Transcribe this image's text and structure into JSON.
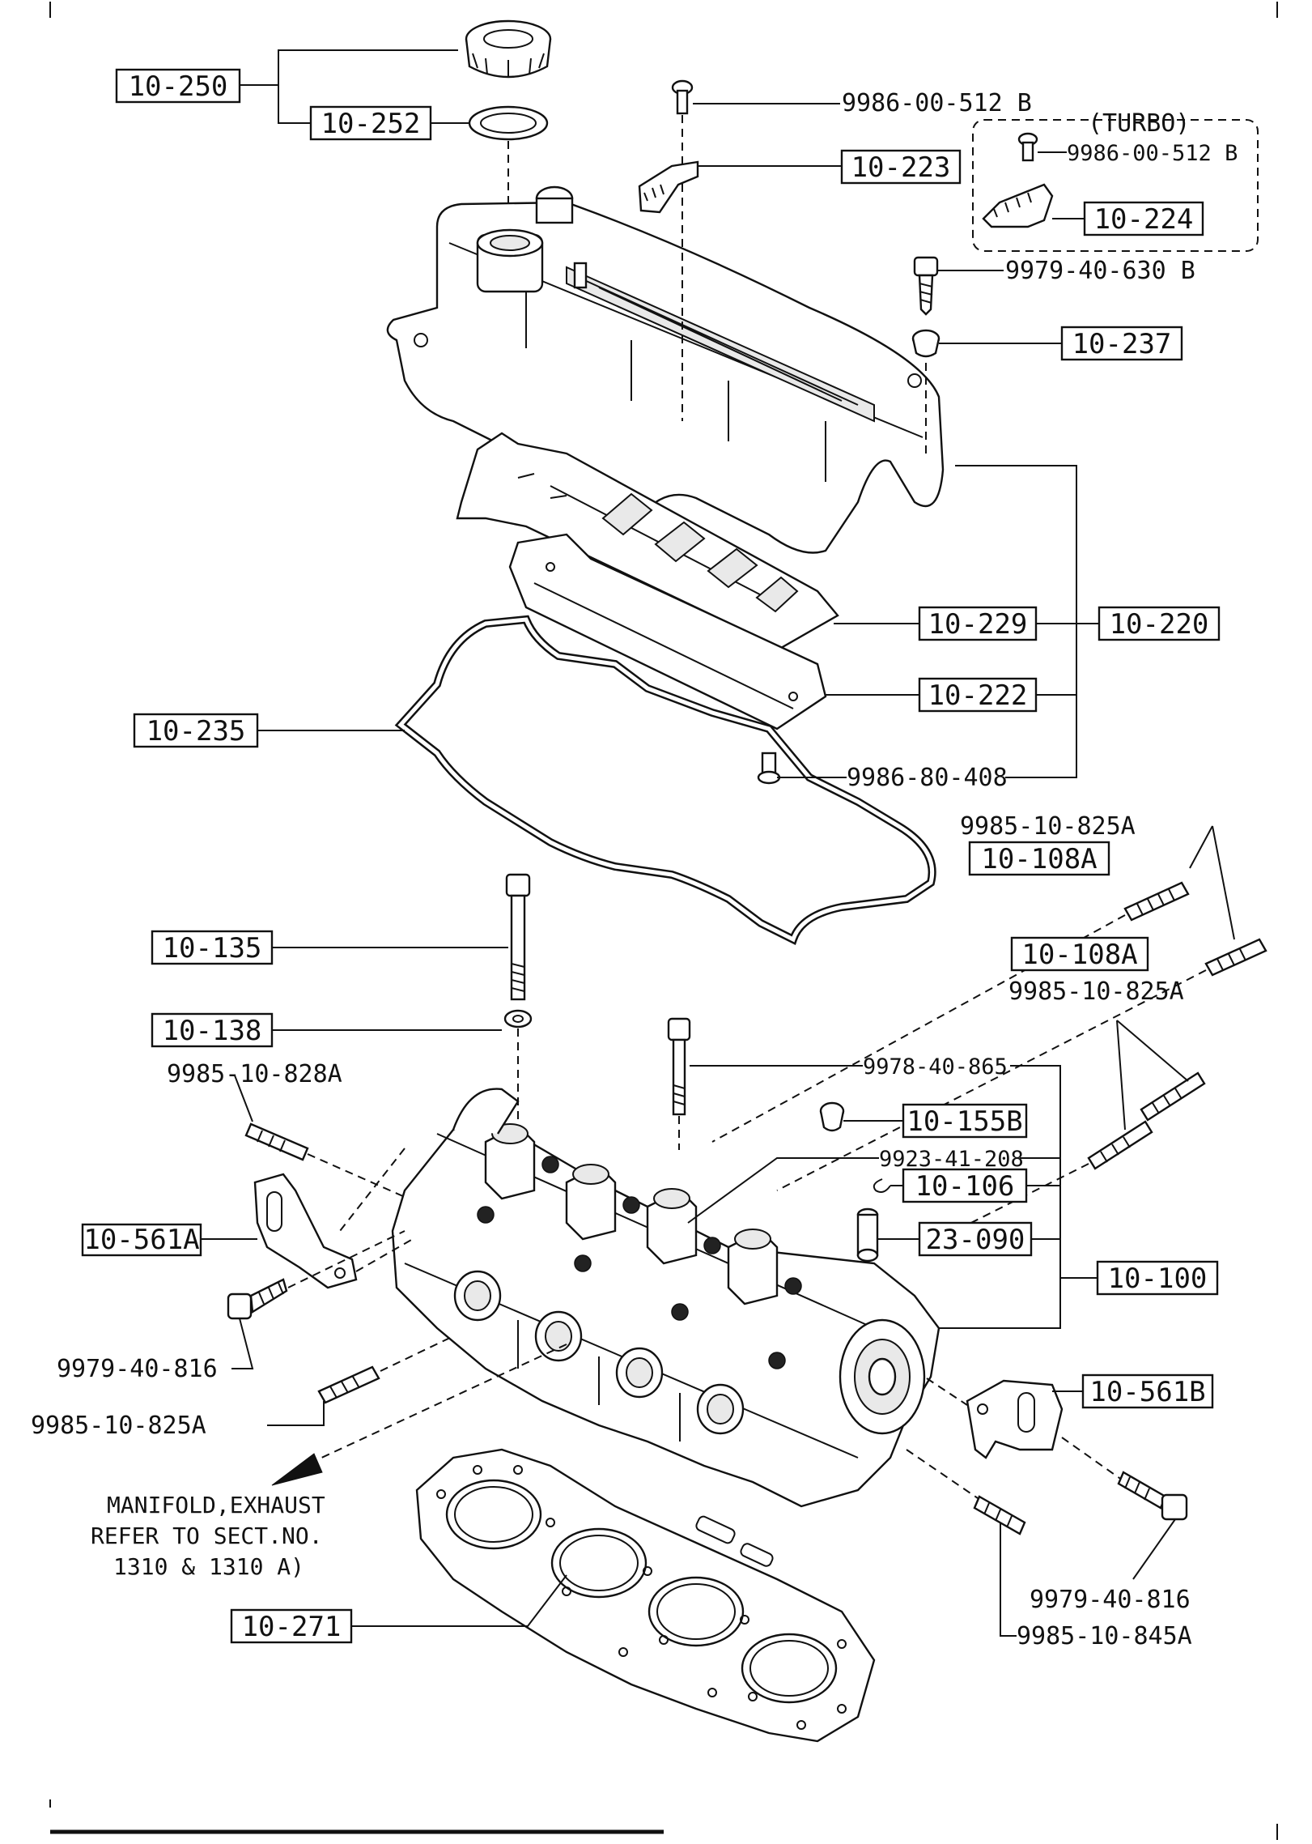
{
  "callouts": {
    "c10_250": "10-250",
    "c10_252": "10-252",
    "c10_223": "10-223",
    "c10_224": "10-224",
    "c10_237": "10-237",
    "c10_229": "10-229",
    "c10_220": "10-220",
    "c10_222": "10-222",
    "c10_235": "10-235",
    "c10_108a_1": "10-108A",
    "c10_108a_2": "10-108A",
    "c10_135": "10-135",
    "c10_138": "10-138",
    "c10_155b": "10-155B",
    "c10_106": "10-106",
    "c23_090": "23-090",
    "c10_100": "10-100",
    "c10_561a": "10-561A",
    "c10_561b": "10-561B",
    "c10_271": "10-271"
  },
  "part_numbers": {
    "p9986_00_512b_1": "9986-00-512 B",
    "p9986_00_512b_2": "9986-00-512 B",
    "turbo": "(TURBO)",
    "p9979_40_630b": "9979-40-630 B",
    "p9986_80_408": "9986-80-408",
    "p9985_10_825a_1": "9985-10-825A",
    "p9985_10_825a_2": "9985-10-825A",
    "p9985_10_825a_3": "9985-10-825A",
    "p9978_40_865": "9978-40-865",
    "p9923_41_208": "9923-41-208",
    "p9985_10_828a": "9985-10-828A",
    "p9979_40_816_1": "9979-40-816",
    "p9979_40_816_2": "9979-40-816",
    "p9985_10_845a": "9985-10-845A"
  },
  "note": {
    "line1": "MANIFOLD,EXHAUST",
    "line2": "REFER TO SECT.NO.",
    "line3": "1310 & 1310 A)"
  }
}
